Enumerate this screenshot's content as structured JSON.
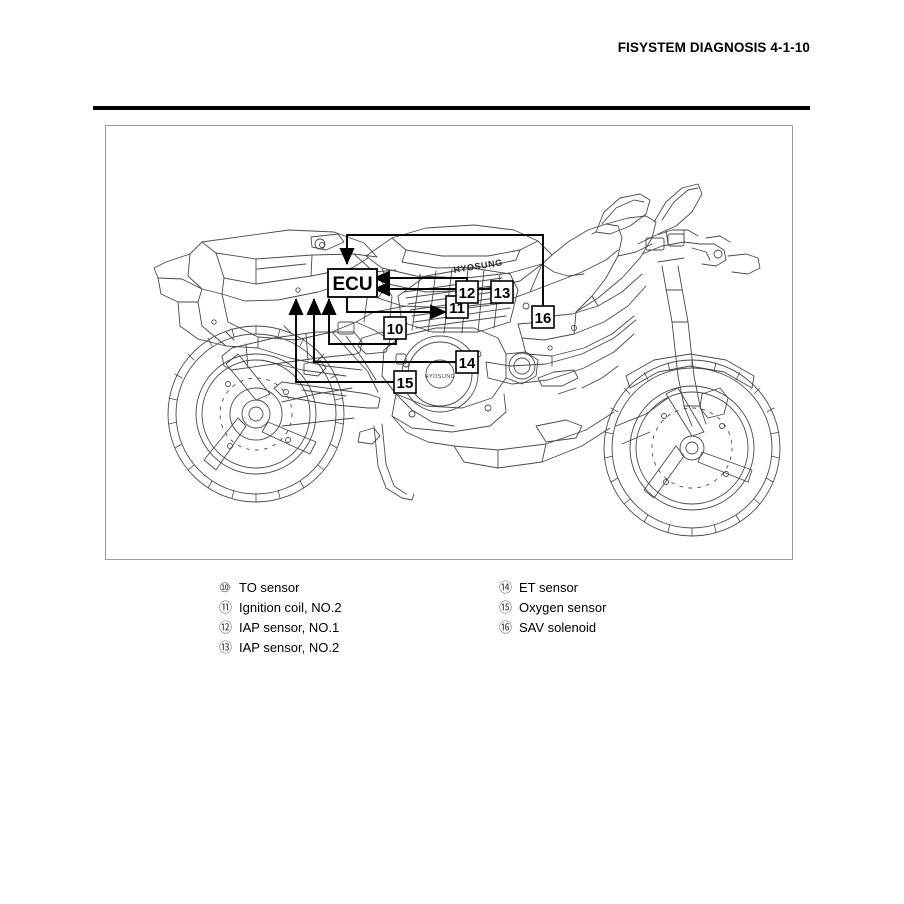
{
  "header": {
    "title": "FISYSTEM DIAGNOSIS  4-1-10"
  },
  "figure": {
    "ecu_label": "ECU",
    "tank_brand": "HYOSUNG",
    "engine_brand": "HYOSUNG",
    "callouts": [
      {
        "id": "callout-10",
        "label": "10"
      },
      {
        "id": "callout-11",
        "label": "11"
      },
      {
        "id": "callout-12",
        "label": "12"
      },
      {
        "id": "callout-13",
        "label": "13"
      },
      {
        "id": "callout-14",
        "label": "14"
      },
      {
        "id": "callout-15",
        "label": "15"
      },
      {
        "id": "callout-16",
        "label": "16"
      }
    ]
  },
  "legend": {
    "left": [
      {
        "marker": "⑩",
        "label": "TO sensor"
      },
      {
        "marker": "⑪",
        "label": "Ignition coil, NO.2"
      },
      {
        "marker": "⑫",
        "label": "IAP sensor, NO.1"
      },
      {
        "marker": "⑬",
        "label": "IAP sensor, NO.2"
      }
    ],
    "right": [
      {
        "marker": "⑭",
        "label": "ET sensor"
      },
      {
        "marker": "⑮",
        "label": "Oxygen sensor"
      },
      {
        "marker": "⑯",
        "label": "SAV solenoid"
      }
    ]
  }
}
